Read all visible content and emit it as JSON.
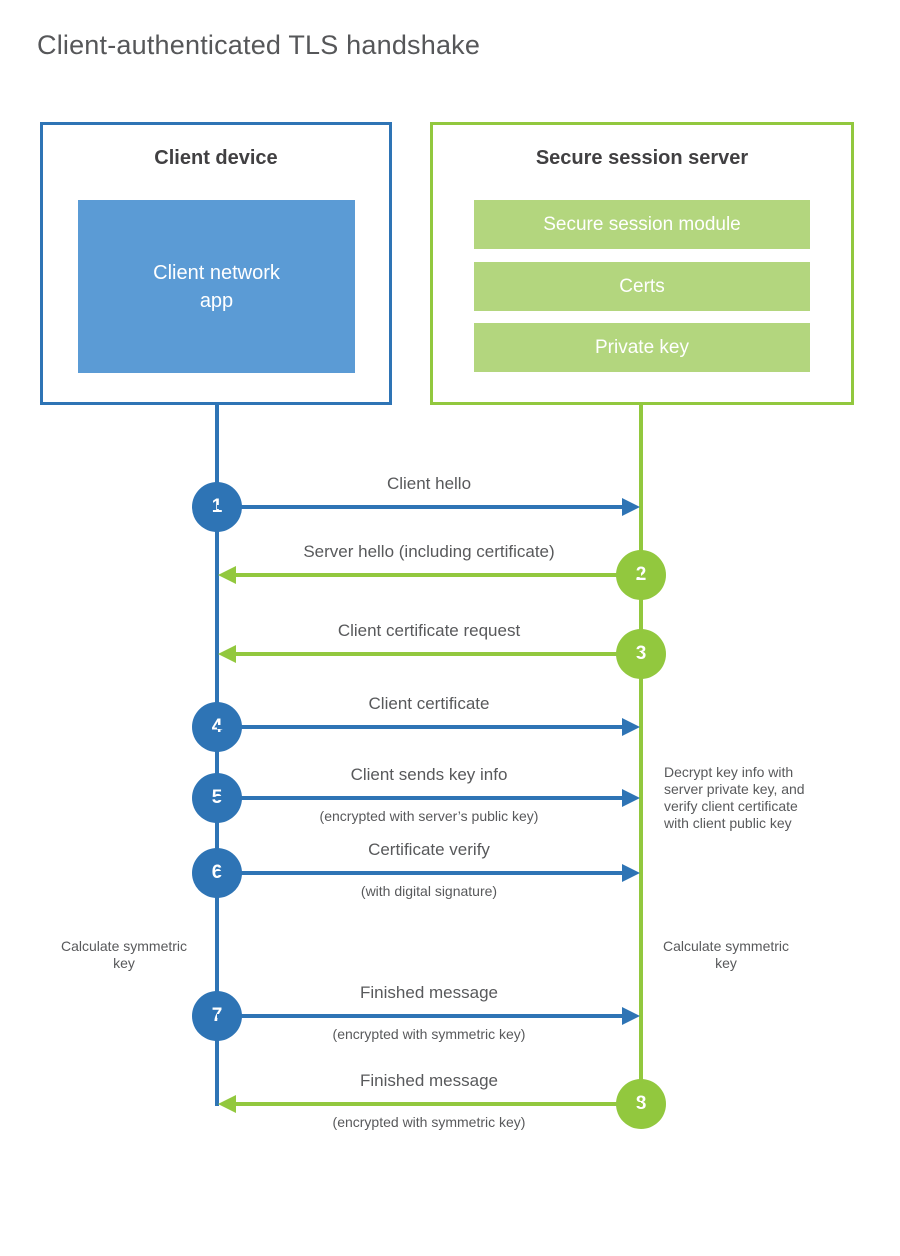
{
  "title": "Client-authenticated TLS handshake",
  "colors": {
    "blue": "#2e74b5",
    "blue_fill": "#5b9bd5",
    "green": "#92c83e",
    "green_fill": "#b3d67e",
    "heading_text": "#414042",
    "label_text": "#58595b"
  },
  "client": {
    "title": "Client device",
    "app_label": "Client network app"
  },
  "server": {
    "title": "Secure session server",
    "modules": [
      "Secure session module",
      "Certs",
      "Private key"
    ]
  },
  "messages": [
    {
      "num": "1",
      "label": "Client hello",
      "sublabel": "",
      "direction": "right",
      "color": "blue"
    },
    {
      "num": "2",
      "label": "Server hello (including certificate)",
      "sublabel": "",
      "direction": "left",
      "color": "green"
    },
    {
      "num": "3",
      "label": "Client certificate request",
      "sublabel": "",
      "direction": "left",
      "color": "green"
    },
    {
      "num": "4",
      "label": "Client certificate",
      "sublabel": "",
      "direction": "right",
      "color": "blue"
    },
    {
      "num": "5",
      "label": "Client sends key info",
      "sublabel": "(encrypted with server’s public key)",
      "direction": "right",
      "color": "blue"
    },
    {
      "num": "6",
      "label": "Certificate verify",
      "sublabel": "(with digital signature)",
      "direction": "right",
      "color": "blue"
    },
    {
      "num": "7",
      "label": "Finished message",
      "sublabel": "(encrypted with symmetric key)",
      "direction": "right",
      "color": "blue"
    },
    {
      "num": "8",
      "label": "Finished message",
      "sublabel": "(encrypted with symmetric key)",
      "direction": "left",
      "color": "green"
    }
  ],
  "annotations": {
    "decrypt_note": "Decrypt key info with server private key, and verify client certificate with client public key",
    "calc_left": "Calculate symmetric key",
    "calc_right": "Calculate symmetric key"
  }
}
